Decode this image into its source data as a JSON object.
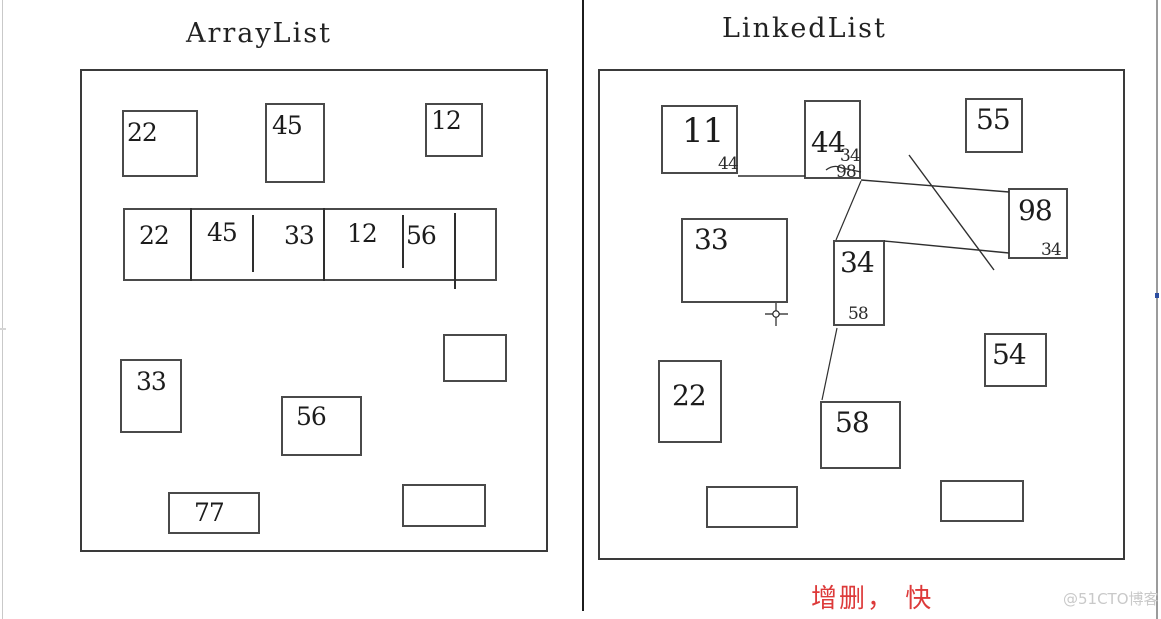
{
  "arraylist": {
    "title": "ArrayList",
    "boxes": [
      {
        "label": "22"
      },
      {
        "label": "45"
      },
      {
        "label": "12"
      },
      {
        "label": "33"
      },
      {
        "label": "56"
      },
      {
        "label": "77"
      }
    ],
    "cells": [
      "22",
      "45",
      "33",
      "12",
      "56"
    ]
  },
  "linkedlist": {
    "title": "LinkedList",
    "nodes": [
      {
        "label": "11",
        "corner": "44"
      },
      {
        "label": "44",
        "corner_a": "34",
        "corner_b": "98"
      },
      {
        "label": "55"
      },
      {
        "label": "98",
        "corner": "34"
      },
      {
        "label": "33"
      },
      {
        "label": "34",
        "corner": "58"
      },
      {
        "label": "22"
      },
      {
        "label": "58"
      },
      {
        "label": "54"
      }
    ]
  },
  "annotation": {
    "text": "增删， 快"
  },
  "watermark": {
    "text": "@51CTO博客"
  },
  "colors": {
    "annotation_red": "#dd3a3a",
    "watermark_gray": "#c9c9c9",
    "ink": "#2f2f2f",
    "scrollbar_gray": "#9b9b9b",
    "scroll_marker_blue": "#2b4da0"
  }
}
